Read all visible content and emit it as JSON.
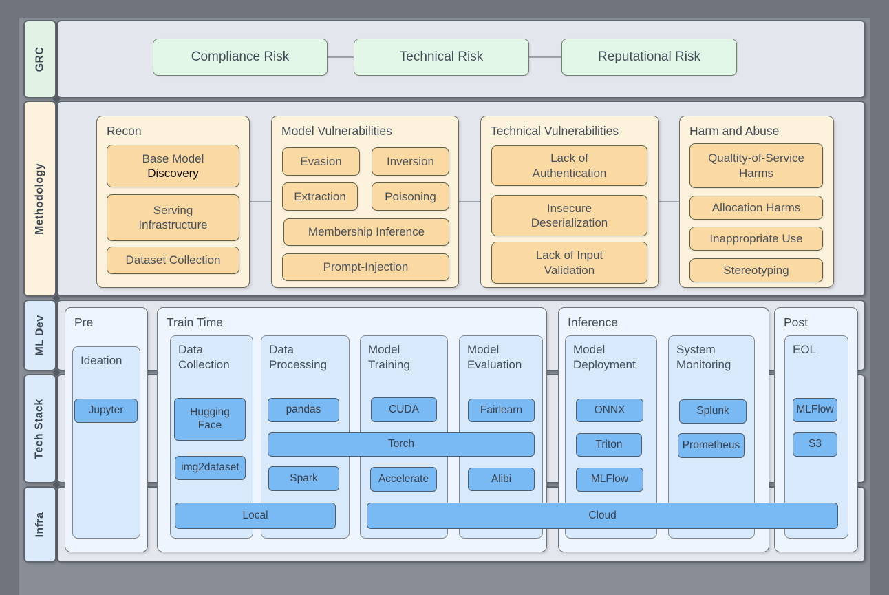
{
  "lanes": {
    "grc": "GRC",
    "methodology": "Methodology",
    "ml_dev": "ML Dev",
    "tech_stack": "Tech Stack",
    "infra": "Infra"
  },
  "grc": {
    "risks": [
      "Compliance Risk",
      "Technical Risk",
      "Reputational Risk"
    ]
  },
  "methodology": {
    "groups": [
      {
        "title": "Recon",
        "items": [
          {
            "line1": "Base Model",
            "line2": "Discovery"
          },
          {
            "label": "Serving Infrastructure"
          },
          {
            "label": "Dataset Collection"
          }
        ]
      },
      {
        "title": "Model Vulnerabilities",
        "items": [
          {
            "label": "Evasion"
          },
          {
            "label": "Inversion"
          },
          {
            "label": "Extraction"
          },
          {
            "label": "Poisoning"
          },
          {
            "label": "Membership Inference"
          },
          {
            "label": "Prompt-Injection"
          }
        ]
      },
      {
        "title": "Technical Vulnerabilities",
        "items": [
          {
            "label": "Lack of Authentication"
          },
          {
            "label": "Insecure Deserialization"
          },
          {
            "label": "Lack of Input Validation"
          }
        ]
      },
      {
        "title": "Harm and Abuse",
        "items": [
          {
            "label": "Qualtity-of-Service Harms"
          },
          {
            "label": "Allocation  Harms"
          },
          {
            "label": "Inappropriate Use"
          },
          {
            "label": "Stereotyping"
          }
        ]
      }
    ]
  },
  "pipeline": {
    "groups": [
      {
        "title": "Pre"
      },
      {
        "title": "Train Time"
      },
      {
        "title": "Inference"
      },
      {
        "title": "Post"
      }
    ],
    "columns": [
      {
        "title": "Ideation",
        "chips": [
          "Jupyter"
        ]
      },
      {
        "title": "Data Collection",
        "chips": [
          "Hugging Face",
          "img2dataset"
        ]
      },
      {
        "title": "Data Processing",
        "chips": [
          "pandas",
          "Spark"
        ]
      },
      {
        "title": "Model Training",
        "chips": [
          "CUDA",
          "Accelerate"
        ]
      },
      {
        "title": "Model Evaluation",
        "chips": [
          "Fairlearn",
          "Alibi"
        ]
      },
      {
        "title": "Model Deployment",
        "chips": [
          "ONNX",
          "Triton",
          "MLFlow"
        ]
      },
      {
        "title": "System Monitoring",
        "chips": [
          "Splunk",
          "Prometheus"
        ]
      },
      {
        "title": "EOL",
        "chips": [
          "MLFlow",
          "S3"
        ]
      }
    ],
    "bars": [
      {
        "label": "Torch"
      },
      {
        "label": "Local"
      },
      {
        "label": "Cloud"
      }
    ]
  },
  "colors": {
    "background": "#878c95",
    "row_fill": "#e4e6ed",
    "grc_lane": "#e1f3e5",
    "risk_box": "#e3f7e8",
    "methodology_lane": "#fdf2dd",
    "methodology_item": "#fbd9a2",
    "blue_lane": "#dcebfc",
    "pipeline_group": "#eff5fe",
    "pipeline_column": "#d8e9fc",
    "chip": "#79b9f4"
  }
}
